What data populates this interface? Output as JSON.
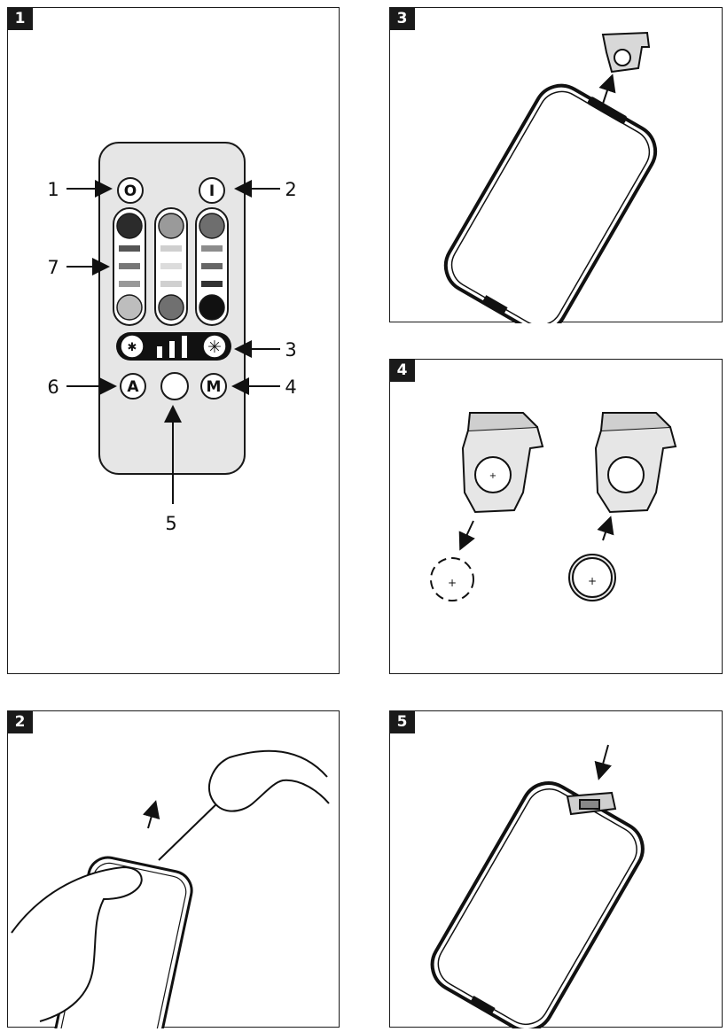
{
  "panels": [
    {
      "id": "1",
      "label": "1"
    },
    {
      "id": "2",
      "label": "2"
    },
    {
      "id": "3",
      "label": "3"
    },
    {
      "id": "4",
      "label": "4"
    },
    {
      "id": "5",
      "label": "5"
    }
  ],
  "remote": {
    "callouts": {
      "c1": "1",
      "c2": "2",
      "c3": "3",
      "c4": "4",
      "c5": "5",
      "c6": "6",
      "c7": "7"
    },
    "buttons": {
      "off": "O",
      "on": "I",
      "auto": "A",
      "mode": "M"
    },
    "colors": {
      "body": "#e6e6e6",
      "outline": "#1a1a1a",
      "dark": "#2b2b2b",
      "mid": "#8c8c8c",
      "light": "#bdbdbd"
    }
  }
}
